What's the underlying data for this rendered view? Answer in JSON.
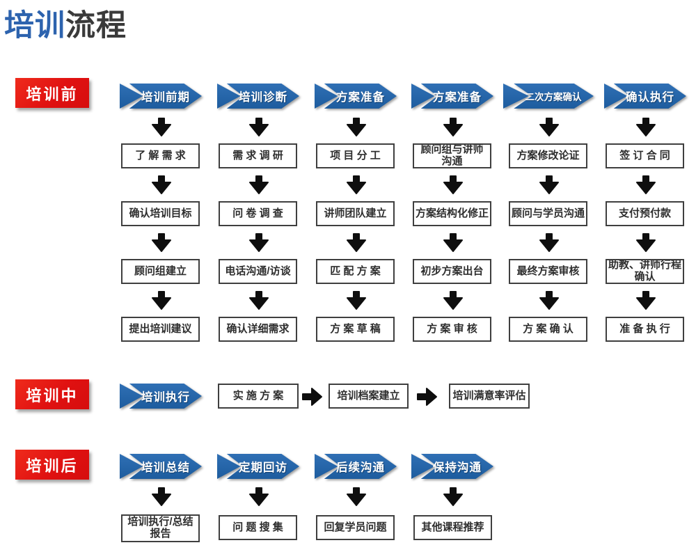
{
  "title": {
    "highlight": "培训",
    "rest": "流程"
  },
  "colors": {
    "accent_red": "#e21515",
    "arrow_blue": "#2565a8",
    "title_blue": "#2d63ae",
    "box_border": "#3f3f3f",
    "ink": "#0e0e0e"
  },
  "sections": [
    {
      "label": "培训前",
      "columns": [
        {
          "header": "培训前期",
          "steps": [
            "了 解 需 求",
            "确认培训目标",
            "顾问组建立",
            "提出培训建议"
          ]
        },
        {
          "header": "培训诊断",
          "steps": [
            "需 求 调 研",
            "问 卷 调 查",
            "电话沟通/访谈",
            "确认详细需求"
          ]
        },
        {
          "header": "方案准备",
          "steps": [
            "项 目 分 工",
            "讲师团队建立",
            "匹 配 方 案",
            "方 案 草 稿"
          ]
        },
        {
          "header": "方案准备",
          "steps": [
            "顾问组与讲师\n沟通",
            "方案结构化修正",
            "初步方案出台",
            "方 案 审 核"
          ]
        },
        {
          "header": "二次方案确认",
          "steps": [
            "方案修改论证",
            "顾问与学员沟通",
            "最终方案审核",
            "方 案 确 认"
          ]
        },
        {
          "header": "确认执行",
          "steps": [
            "签 订 合 同",
            "支付预付款",
            "助教、讲师行程\n确认",
            "准 备 执 行"
          ]
        }
      ]
    },
    {
      "label": "培训中",
      "header": "培训执行",
      "flow": [
        "实 施 方 案",
        "培训档案建立",
        "培训满意率评估"
      ]
    },
    {
      "label": "培训后",
      "columns": [
        {
          "header": "培训总结",
          "steps": [
            "培训执行/总结\n报告"
          ]
        },
        {
          "header": "定期回访",
          "steps": [
            "问 题 搜 集"
          ]
        },
        {
          "header": "后续沟通",
          "steps": [
            "回复学员问题"
          ]
        },
        {
          "header": "保持沟通",
          "steps": [
            "其他课程推荐"
          ]
        }
      ]
    }
  ]
}
